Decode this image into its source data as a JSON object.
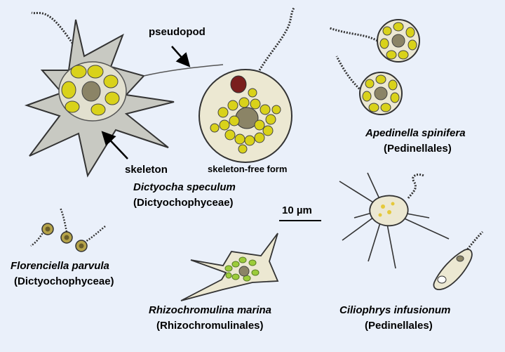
{
  "labels": {
    "pseudopod": "pseudopod",
    "skeleton": "skeleton",
    "skeleton_free": "skeleton-free form",
    "scale_bar": "10 µm"
  },
  "species": {
    "dictyocha_name": "Dictyocha speculum",
    "dictyocha_class": "(Dictyochophyceae)",
    "apedinella_name": "Apedinella spinifera",
    "apedinella_class": "(Pedinellales)",
    "florenciella_name": "Florenciella parvula",
    "florenciella_class": "(Dictyochophyceae)",
    "rhizochromulina_name": "Rhizochromulina marina",
    "rhizochromulina_class": "(Rhizochromulinales)",
    "ciliophrys_name": "Ciliophrys infusionum",
    "ciliophrys_class": "(Pedinellales)"
  },
  "colors": {
    "background": "#eaf0fa",
    "cell_fill": "#ece8d2",
    "body_fill": "#d6d6cb",
    "chloroplast": "#d9d21a",
    "nucleus": "#8b8466",
    "red_organelle": "#7a1e1e",
    "pale_chloroplast": "#9ccc3a"
  }
}
